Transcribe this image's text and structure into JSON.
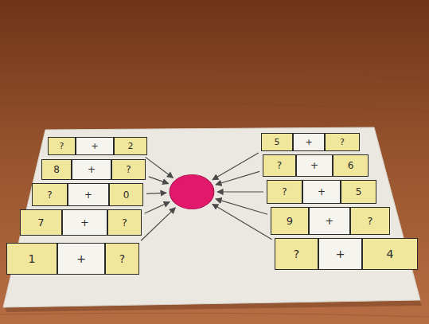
{
  "diagram": {
    "nodes": [
      {
        "text": [
          "?"
        ]
      },
      {
        "text": [
          "+"
        ]
      },
      {
        "text": [
          "2"
        ]
      },
      {
        "text": [
          "5"
        ]
      },
      {
        "text": [
          "+"
        ]
      },
      {
        "text": [
          "?"
        ]
      },
      {
        "text": [
          "8"
        ]
      },
      {
        "text": [
          "+"
        ]
      },
      {
        "text": [
          "?"
        ]
      },
      {
        "text": [
          "?"
        ]
      },
      {
        "text": [
          "+"
        ]
      },
      {
        "text": [
          "6"
        ]
      },
      {
        "text": [
          "?"
        ]
      },
      {
        "text": [
          "+"
        ]
      },
      {
        "text": [
          "0"
        ]
      },
      {
        "text": []
      },
      {
        "text": [
          "?"
        ]
      },
      {
        "text": [
          "+"
        ]
      },
      {
        "text": [
          "5"
        ]
      },
      {
        "text": [
          "7"
        ]
      },
      {
        "text": [
          "+"
        ]
      },
      {
        "text": [
          "?"
        ]
      },
      {
        "text": [
          "9"
        ]
      },
      {
        "text": [
          "+"
        ]
      },
      {
        "text": [
          "?"
        ]
      },
      {
        "text": [
          "1"
        ]
      },
      {
        "text": [
          "+"
        ]
      },
      {
        "text": [
          "?"
        ]
      },
      {
        "text": [
          "?"
        ]
      },
      {
        "text": [
          "+"
        ]
      },
      {
        "text": [
          "4"
        ]
      }
    ],
    "edges": [
      {
        "from": 2,
        "to": 15,
        "arrow": "to"
      },
      {
        "from": 8,
        "to": 15,
        "arrow": "to"
      },
      {
        "from": 14,
        "to": 15,
        "arrow": "to"
      },
      {
        "from": 21,
        "to": 15,
        "arrow": "to"
      },
      {
        "from": 27,
        "to": 15,
        "arrow": "to"
      },
      {
        "from": 3,
        "to": 15,
        "arrow": "to"
      },
      {
        "from": 9,
        "to": 15,
        "arrow": "to"
      },
      {
        "from": 16,
        "to": 15,
        "arrow": "to"
      },
      {
        "from": 22,
        "to": 15,
        "arrow": "to"
      },
      {
        "from": 28,
        "to": 15,
        "arrow": "to"
      }
    ]
  }
}
